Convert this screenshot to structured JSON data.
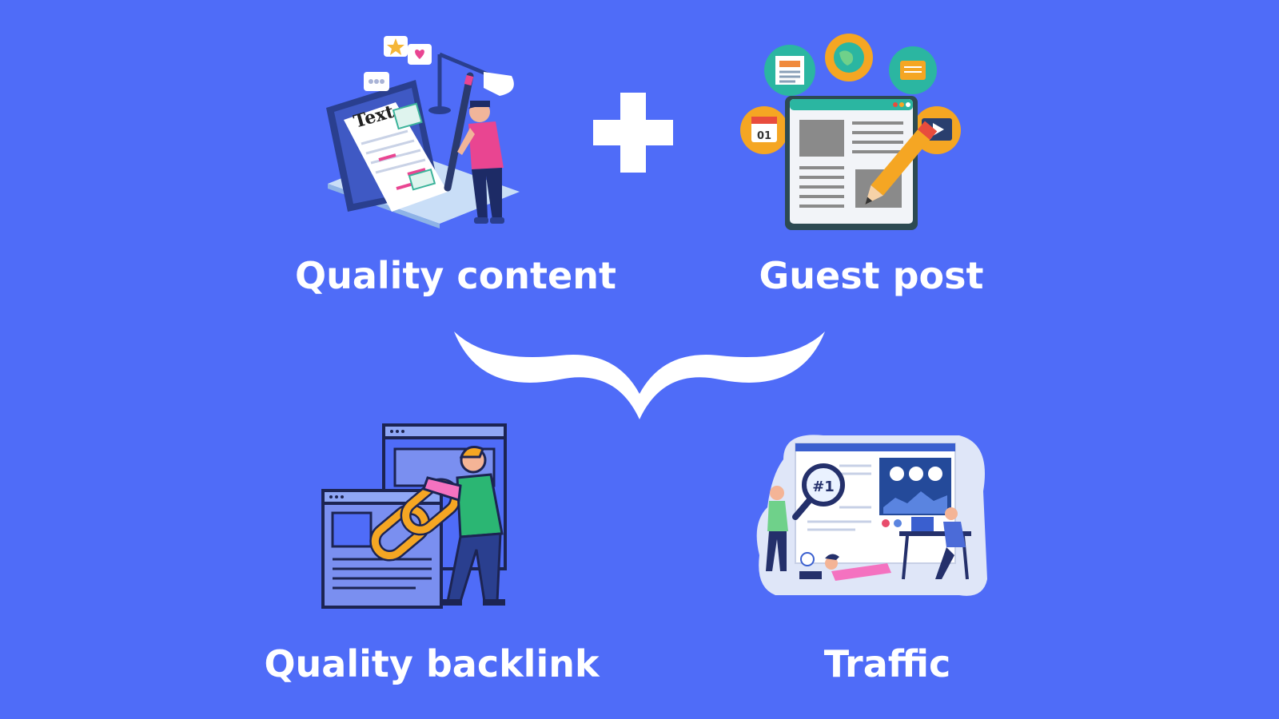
{
  "diagram": {
    "background_color": "#4f6cf8",
    "text_color": "#ffffff",
    "top_row": [
      {
        "label": "Quality content",
        "illustration": "content-writer-laptop-illustration",
        "illustration_text": "Text"
      },
      {
        "label": "Guest post",
        "illustration": "blog-page-with-pencil-illustration",
        "illustration_text": "01"
      }
    ],
    "operator": "plus-icon",
    "connector": "curly-brace-icon",
    "bottom_row": [
      {
        "label": "Quality backlink",
        "illustration": "person-carrying-chain-link-illustration"
      },
      {
        "label": "Traffic",
        "illustration": "analytics-dashboard-team-illustration",
        "illustration_text": "#1"
      }
    ]
  }
}
